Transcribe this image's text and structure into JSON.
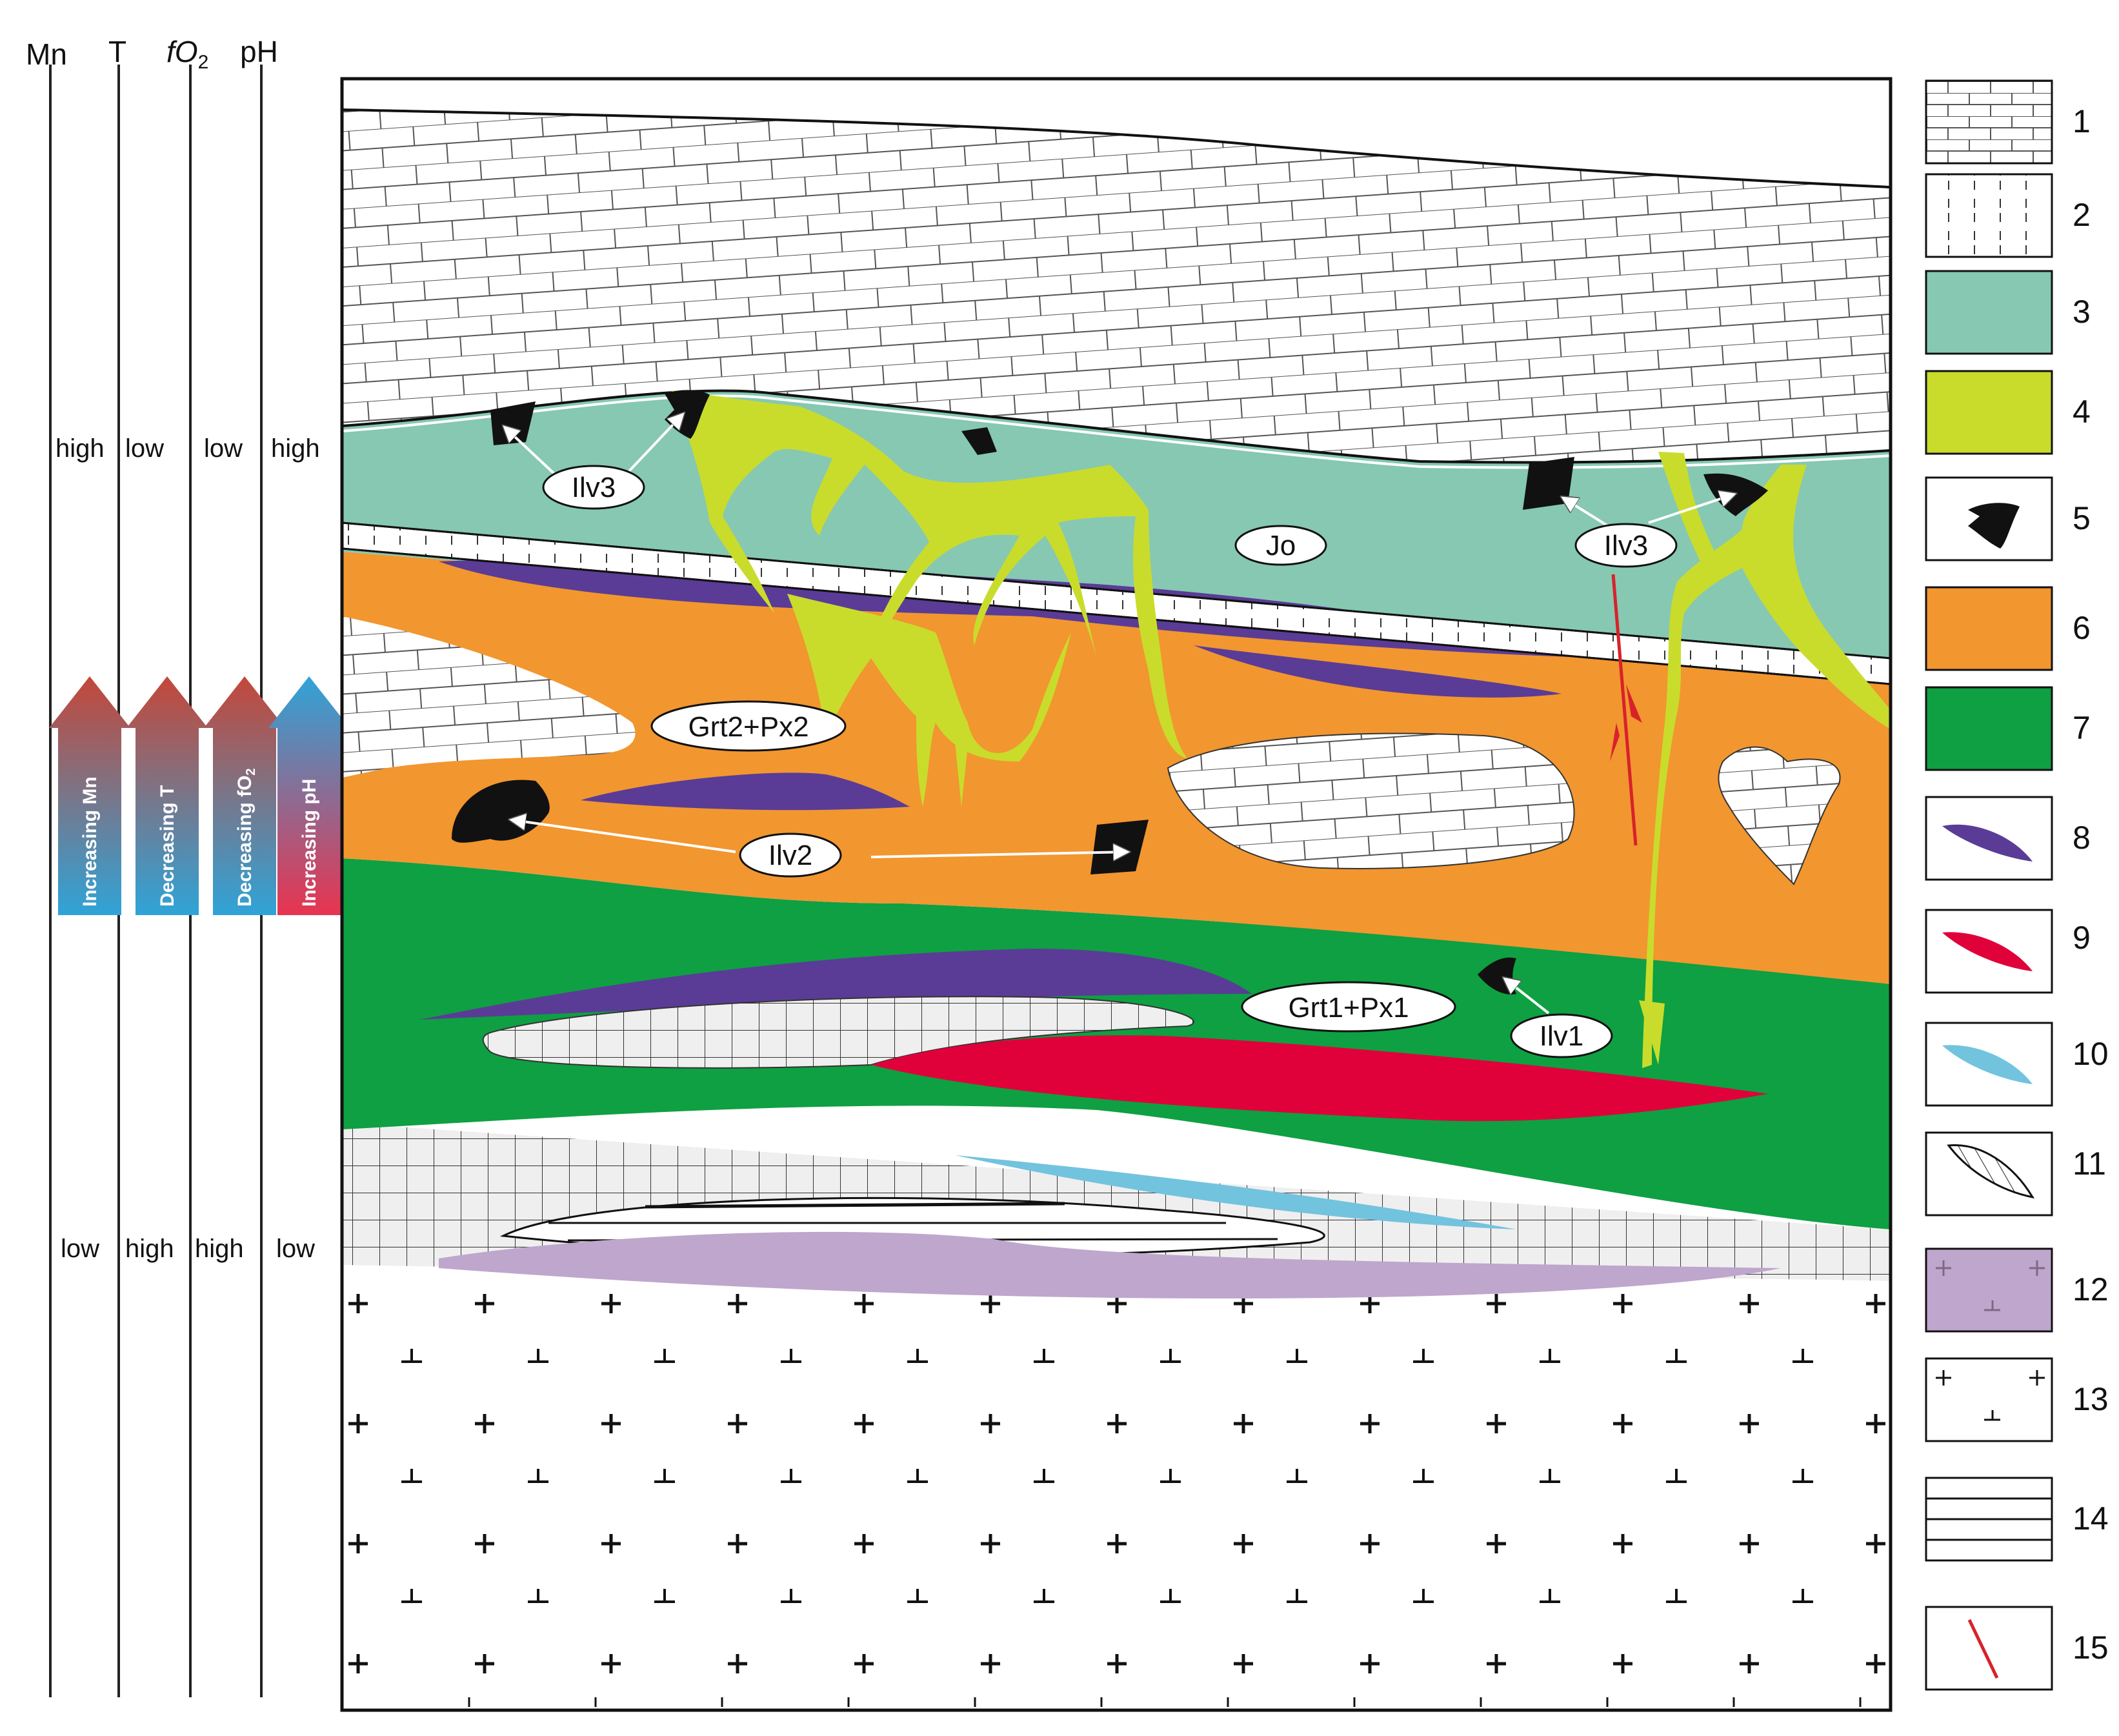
{
  "columns": [
    {
      "label": "Mn",
      "top": "high",
      "bottom": "low",
      "arrow_text": "Increasing Mn",
      "arrow_head": "#c4473a",
      "arrow_tail": "#2fa4d8"
    },
    {
      "label": "T",
      "top": "low",
      "bottom": "high",
      "arrow_text": "Decreasing T",
      "arrow_head": "#c4473a",
      "arrow_tail": "#2fa4d8"
    },
    {
      "label": "fO",
      "sub": "2",
      "top": "low",
      "bottom": "high",
      "arrow_text": "Decreasing fO",
      "arrow_sub": "2",
      "arrow_head": "#c4473a",
      "arrow_tail": "#2fa4d8"
    },
    {
      "label": "pH",
      "top": "high",
      "bottom": "low",
      "arrow_text": "Increasing pH",
      "arrow_head": "#2fa4d8",
      "arrow_tail": "#e8344f"
    }
  ],
  "annotations": {
    "ilv3_left": "Ilv3",
    "ilv3_right": "Ilv3",
    "jo": "Jo",
    "grt2_px2": "Grt2+Px2",
    "ilv2": "Ilv2",
    "grt1_px1": "Grt1+Px1",
    "ilv1": "Ilv1"
  },
  "colors": {
    "teal": "#86c8b2",
    "yellow_green": "#c9dc2c",
    "orange": "#f2962f",
    "green": "#0ea042",
    "purple": "#5a3c96",
    "red": "#e0003a",
    "cyan": "#72c3de",
    "lilac": "#bfa6cc",
    "fault": "#d8222a",
    "light_grey": "#efefef"
  },
  "legend": [
    {
      "num": "1",
      "pattern": "limestone"
    },
    {
      "num": "2",
      "pattern": "dolomite-vertical"
    },
    {
      "num": "3",
      "pattern": "teal-fill"
    },
    {
      "num": "4",
      "pattern": "yellow-green-fill"
    },
    {
      "num": "5",
      "pattern": "black-ore-body"
    },
    {
      "num": "6",
      "pattern": "orange-fill"
    },
    {
      "num": "7",
      "pattern": "green-fill"
    },
    {
      "num": "8",
      "pattern": "purple-lens"
    },
    {
      "num": "9",
      "pattern": "red-lens"
    },
    {
      "num": "10",
      "pattern": "cyan-lens"
    },
    {
      "num": "11",
      "pattern": "hatched-lens"
    },
    {
      "num": "12",
      "pattern": "lilac-cross"
    },
    {
      "num": "13",
      "pattern": "cross-granite"
    },
    {
      "num": "14",
      "pattern": "horizontal-lines"
    },
    {
      "num": "15",
      "pattern": "red-fault-line"
    }
  ]
}
